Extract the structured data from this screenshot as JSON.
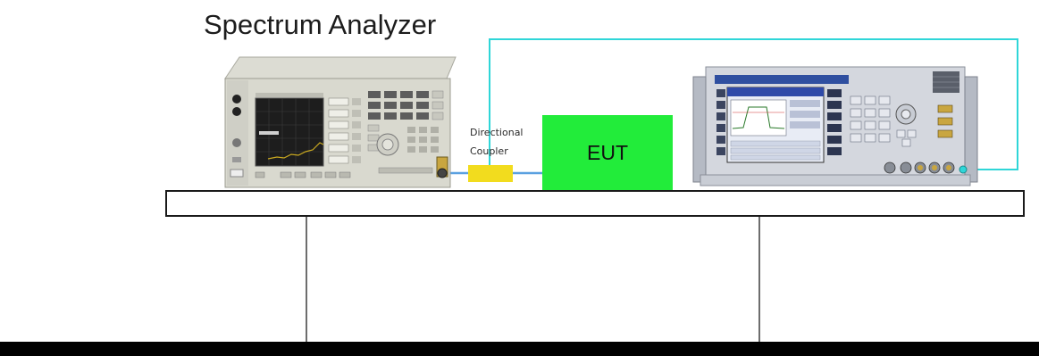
{
  "title": "Spectrum Analyzer",
  "coupler": {
    "line1": "Directional",
    "line2": "Coupler"
  },
  "eut": {
    "label": "EUT"
  },
  "colors": {
    "eut_fill": "#22ec3a",
    "coupler_fill": "#f2dc1e",
    "cable_cyan": "#2fd6d8",
    "cable_blue": "#5aa0e0",
    "floor": "#000000"
  },
  "icons": [
    "spectrum-analyzer-instrument",
    "radio-communication-tester-instrument"
  ]
}
